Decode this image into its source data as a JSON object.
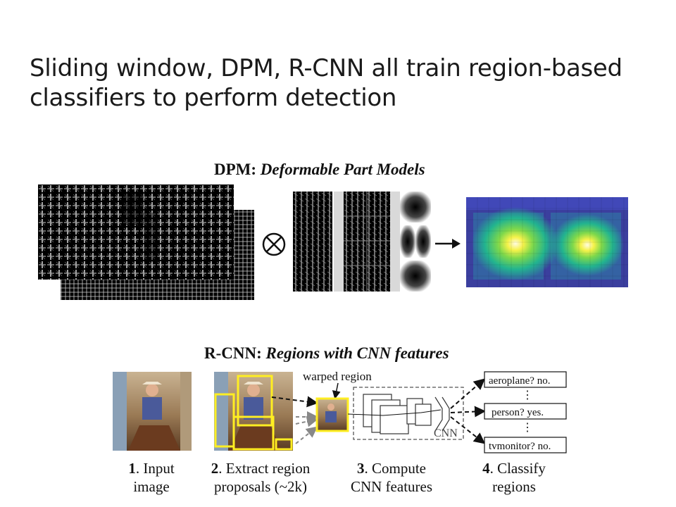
{
  "slide": {
    "title": "Sliding window, DPM, R-CNN all train region-based classifiers to perform detection"
  },
  "dpm": {
    "caption_bold": "DPM:",
    "caption_italic": "Deformable Part Models",
    "operator_symbol": "⊗"
  },
  "rcnn": {
    "caption_bold": "R-CNN:",
    "caption_italic": "Regions with CNN features",
    "warped_region_label": "warped region",
    "cnn_label": "CNN",
    "classes": [
      {
        "text": "aeroplane? no."
      },
      {
        "text": "person? yes."
      },
      {
        "text": "tvmonitor? no."
      }
    ],
    "steps": [
      {
        "num": "1",
        "text_line1": ". Input",
        "text_line2": "image"
      },
      {
        "num": "2",
        "text_line1": ". Extract region",
        "text_line2": "proposals (~2k)"
      },
      {
        "num": "3",
        "text_line1": ". Compute",
        "text_line2": "CNN features"
      },
      {
        "num": "4",
        "text_line1": ". Classify",
        "text_line2": "regions"
      }
    ]
  },
  "colors": {
    "proposal_box": "#ffee22",
    "heatmap_bg": "#3a3aa0"
  }
}
